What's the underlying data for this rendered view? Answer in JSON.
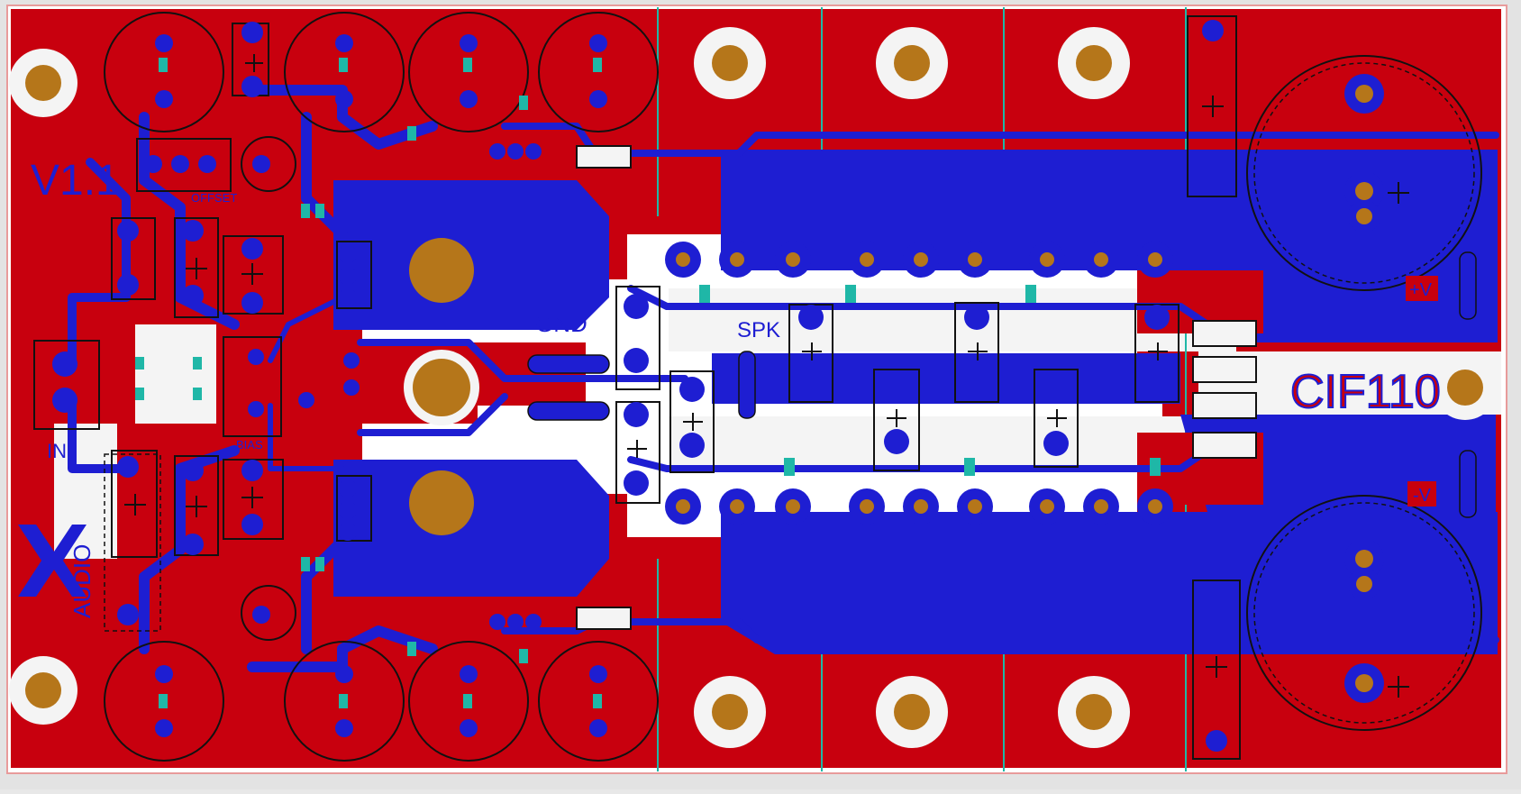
{
  "labels": {
    "version": "V1.1",
    "logo_audio": "AUDIO",
    "offset": "OFFSET",
    "bias": "BIAS",
    "in": "IN",
    "gnd": "GND",
    "spk": "SPK",
    "pos_v": "+V",
    "neg_v": "-V",
    "board_name": "CIF110"
  },
  "colors": {
    "copper_top": "#c8000e",
    "copper_bottom": "#1e1ed2",
    "silkscreen": "#111111",
    "drill": "#b5761a",
    "board_bg": "#e3e3e3",
    "smd_pad": "#1fb7a7"
  }
}
